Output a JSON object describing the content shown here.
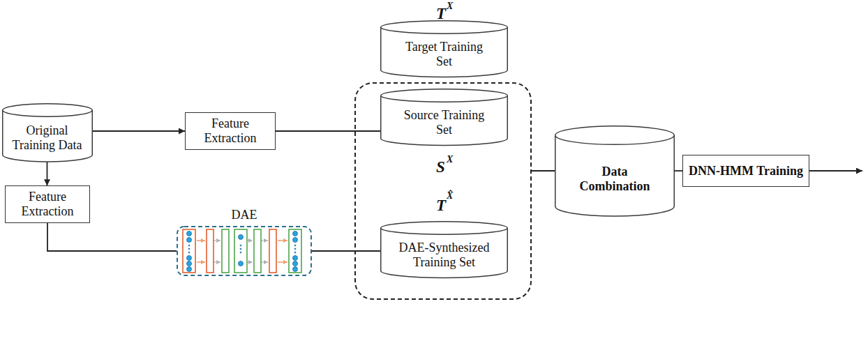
{
  "diagram": {
    "nodes": [
      {
        "text": [
          "Original Training Data"
        ]
      },
      {
        "text": [
          "Feature Extraction"
        ]
      },
      {
        "text": [
          "Target Training Set"
        ]
      },
      {
        "text": [
          "S",
          "X",
          "T",
          "X̂"
        ]
      },
      {
        "text": [
          "Source Training Set"
        ],
        "in": 3
      },
      {
        "text": [
          "DAE-Synthesized Training Set"
        ],
        "in": 3
      },
      {
        "text": [
          "Data Combination"
        ]
      },
      {
        "text": [
          "DNN-HMM Training"
        ]
      },
      {
        "text": [
          "Feature Extraction"
        ]
      },
      {
        "text": [
          "DAE"
        ]
      }
    ],
    "edges": [
      {
        "from": 0,
        "to": 1,
        "arrow": "to"
      },
      {
        "from": 1,
        "to": 4,
        "arrow": "none"
      },
      {
        "from": 0,
        "to": 8,
        "arrow": "to"
      },
      {
        "from": 8,
        "to": 9,
        "arrow": "none"
      },
      {
        "from": 9,
        "to": 5,
        "arrow": "none"
      },
      {
        "from": 3,
        "to": 6,
        "arrow": "none"
      },
      {
        "from": 6,
        "to": 7,
        "arrow": "none"
      }
    ],
    "labels": [
      "T",
      "X"
    ]
  }
}
